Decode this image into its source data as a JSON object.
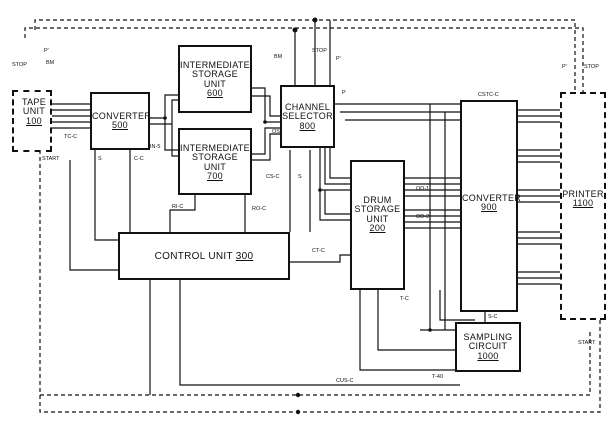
{
  "blocks": {
    "tape_unit": {
      "line1": "TAPE",
      "line2": "UNIT",
      "num": "100"
    },
    "converter_500": {
      "line1": "CONVERTER",
      "num": "500"
    },
    "storage_600": {
      "line1": "INTERMEDIATE",
      "line2": "STORAGE",
      "line3": "UNIT",
      "num": "600"
    },
    "storage_700": {
      "line1": "INTERMEDIATE",
      "line2": "STORAGE",
      "line3": "UNIT",
      "num": "700"
    },
    "channel_selector": {
      "line1": "CHANNEL",
      "line2": "SELECTOR",
      "num": "800"
    },
    "drum_storage": {
      "line1": "DRUM",
      "line2": "STORAGE",
      "line3": "UNIT",
      "num": "200"
    },
    "converter_900": {
      "line1": "CONVERTER",
      "num": "900"
    },
    "printer": {
      "line1": "PRINTER",
      "num": "1100"
    },
    "control_unit": {
      "line1": "CONTROL UNIT",
      "num": "300"
    },
    "sampling": {
      "line1": "SAMPLING",
      "line2": "CIRCUIT",
      "num": "1000"
    }
  },
  "signals": {
    "stop_left": "STOP",
    "p_left": "P'",
    "bm_left": "BM",
    "tc": "TC-C",
    "start_left": "START",
    "s_left": "S",
    "cc": "C-C",
    "in5": "IN-5",
    "os": "OS",
    "ri": "RI-C",
    "ro": "RO-C",
    "bm_top": "BM",
    "stop_top": "STOP",
    "p_top": "P'",
    "cs": "CS-C",
    "s_mid": "S",
    "cstc": "CSTC-C",
    "p_mid": "P",
    "od1": "OD-1",
    "od2": "OD-2",
    "ct": "CT-C",
    "tc2": "T-C",
    "sc": "S-C",
    "t40": "T-40",
    "cus": "CUS-C",
    "p_right": "P'",
    "stop_right": "STOP",
    "start_right": "START"
  }
}
